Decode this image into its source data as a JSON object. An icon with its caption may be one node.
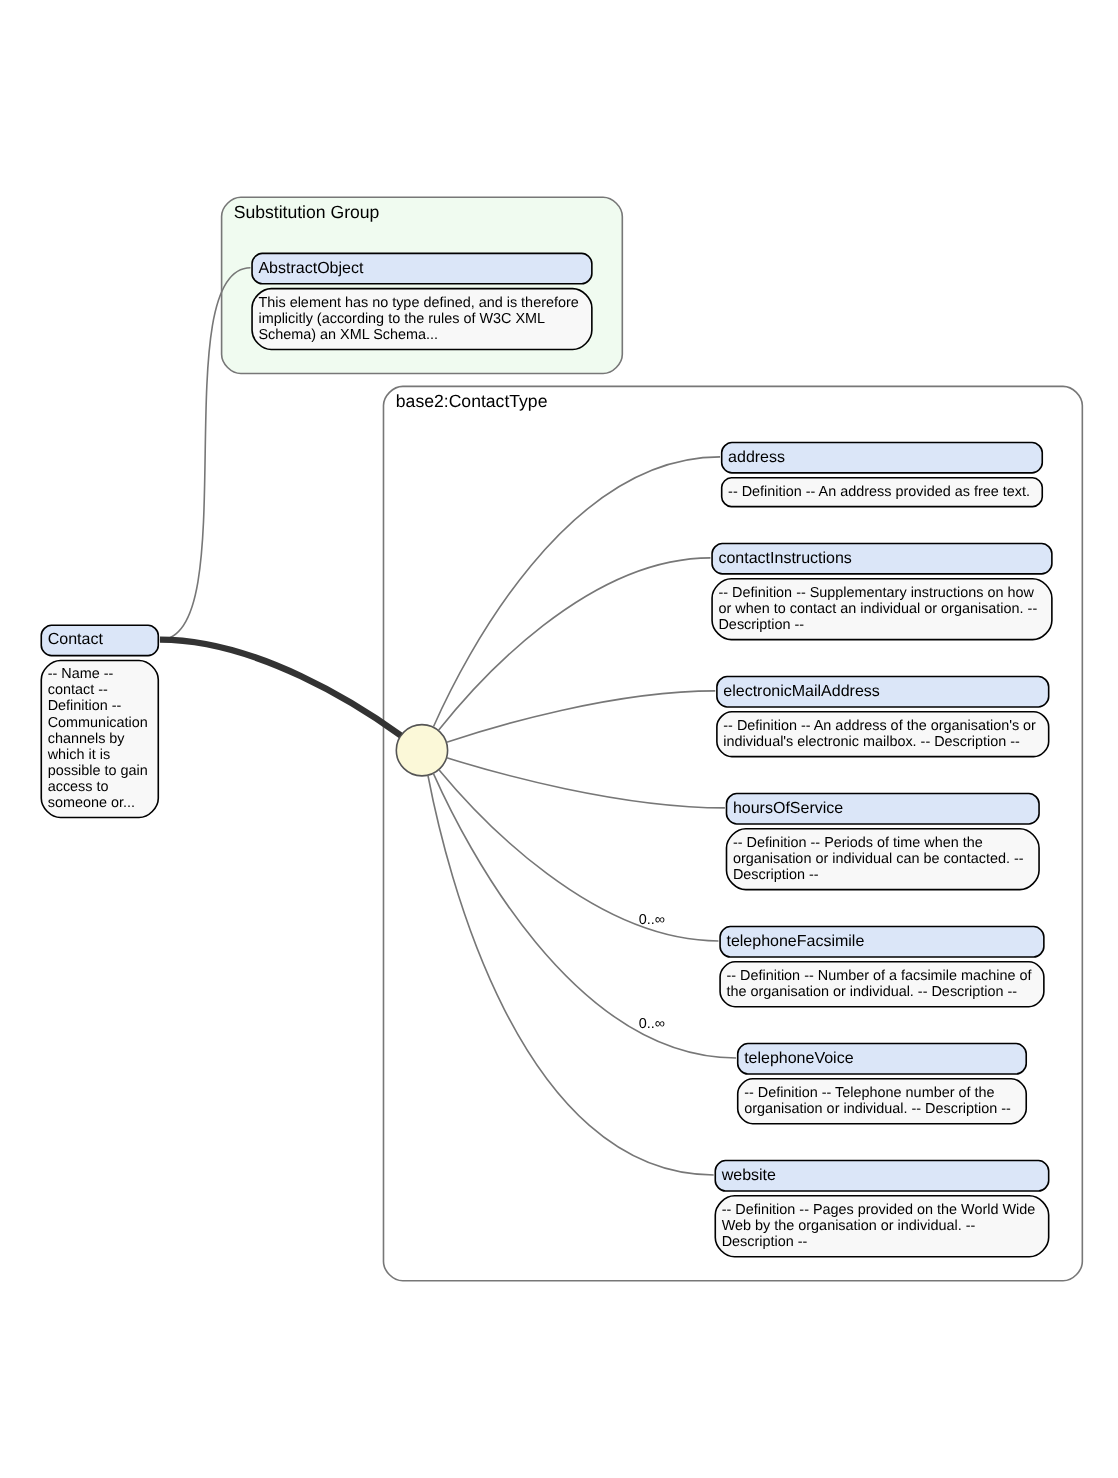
{
  "diagram": {
    "nodes": [
      {
        "text": [
          "Contact",
          "-- Name -- contact -- Definition -- Communication channels by which it is possible to gain access to someone or..."
        ]
      },
      {
        "text": [
          "base2:ContactType"
        ]
      },
      {
        "text": [],
        "shape": "circle",
        "in": 1
      },
      {
        "text": [
          "address",
          "-- Definition -- An address provided as free text."
        ],
        "in": 1
      },
      {
        "text": [
          "contactInstructions",
          "-- Definition -- Supplementary instructions on how or when to contact an individual or organisation. -- Description --"
        ],
        "in": 1
      },
      {
        "text": [
          "electronicMailAddress",
          "-- Definition -- An address of the organisation's or individual's electronic mailbox. -- Description --"
        ],
        "in": 1
      },
      {
        "text": [
          "hoursOfService",
          "-- Definition -- Periods of time when the organisation or individual can be contacted. -- Description --"
        ],
        "in": 1
      },
      {
        "text": [
          "telephoneFacsimile",
          "-- Definition -- Number of a facsimile machine of the organisation or individual. -- Description --"
        ],
        "in": 1
      },
      {
        "text": [
          "telephoneVoice",
          "-- Definition -- Telephone number of the organisation or individual. -- Description --"
        ],
        "in": 1
      },
      {
        "text": [
          "website",
          "-- Definition -- Pages provided on the World Wide Web by the organisation or individual. -- Description --"
        ],
        "in": 1
      },
      {
        "text": [
          "Substitution Group"
        ]
      },
      {
        "text": [
          "AbstractObject",
          "This element has no type defined, and is therefore implicitly (according to the rules of W3C XML Schema) an XML Schema..."
        ],
        "in": 10
      }
    ],
    "edges": [
      {
        "from": 0,
        "to": 2,
        "arrow": "none",
        "style": "thick"
      },
      {
        "from": 2,
        "to": 3,
        "arrow": "none"
      },
      {
        "from": 2,
        "to": 4,
        "arrow": "none"
      },
      {
        "from": 2,
        "to": 5,
        "arrow": "none"
      },
      {
        "from": 2,
        "to": 6,
        "arrow": "none"
      },
      {
        "from": 2,
        "to": 7,
        "arrow": "none",
        "label": "0..∞"
      },
      {
        "from": 2,
        "to": 8,
        "arrow": "none",
        "label": "0..∞"
      },
      {
        "from": 2,
        "to": 9,
        "arrow": "none"
      },
      {
        "from": 0,
        "to": 11,
        "arrow": "none"
      }
    ]
  }
}
